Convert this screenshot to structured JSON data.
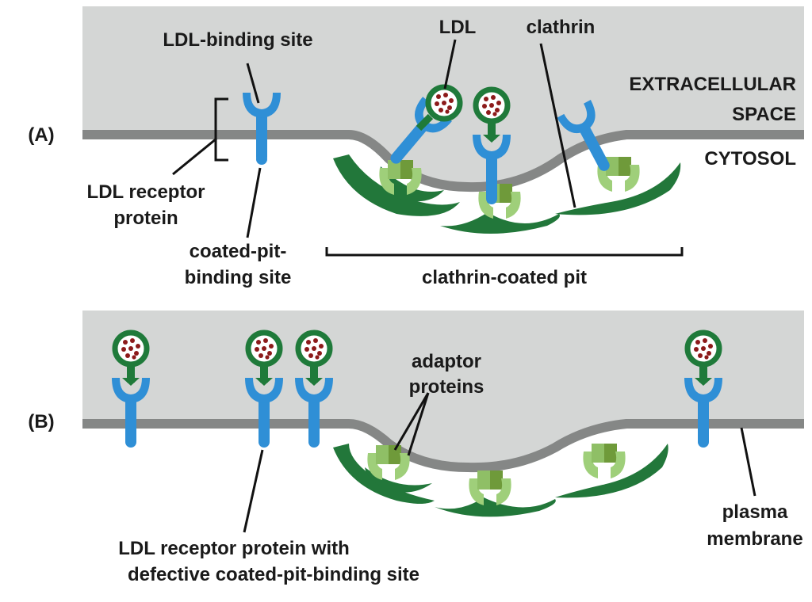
{
  "colors": {
    "extracellular": "#d4d6d5",
    "membrane": "#858786",
    "receptor": "#2f8fd6",
    "receptor_dark": "#1d6fb0",
    "ldl_ring": "#1f7a3a",
    "ldl_core": "#ffffff",
    "ldl_dots": "#8c1a1a",
    "clathrin": "#22773a",
    "clathrin_light": "#9fcf7a",
    "adaptor": "#6f9a3a",
    "leader": "#111111"
  },
  "panelA": {
    "tag": "(A)",
    "ldl_binding_site": "LDL-binding site",
    "ldl": "LDL",
    "clathrin": "clathrin",
    "extracellular_1": "EXTRACELLULAR",
    "extracellular_2": "SPACE",
    "cytosol": "CYTOSOL",
    "receptor_1": "LDL receptor",
    "receptor_2": "protein",
    "coated_pit_site_1": "coated-pit-",
    "coated_pit_site_2": "binding site",
    "coated_pit": "clathrin-coated pit"
  },
  "panelB": {
    "tag": "(B)",
    "adaptor_1": "adaptor",
    "adaptor_2": "proteins",
    "defective_1": "LDL receptor protein with",
    "defective_2": "defective coated-pit-binding site",
    "plasma_1": "plasma",
    "plasma_2": "membrane"
  }
}
